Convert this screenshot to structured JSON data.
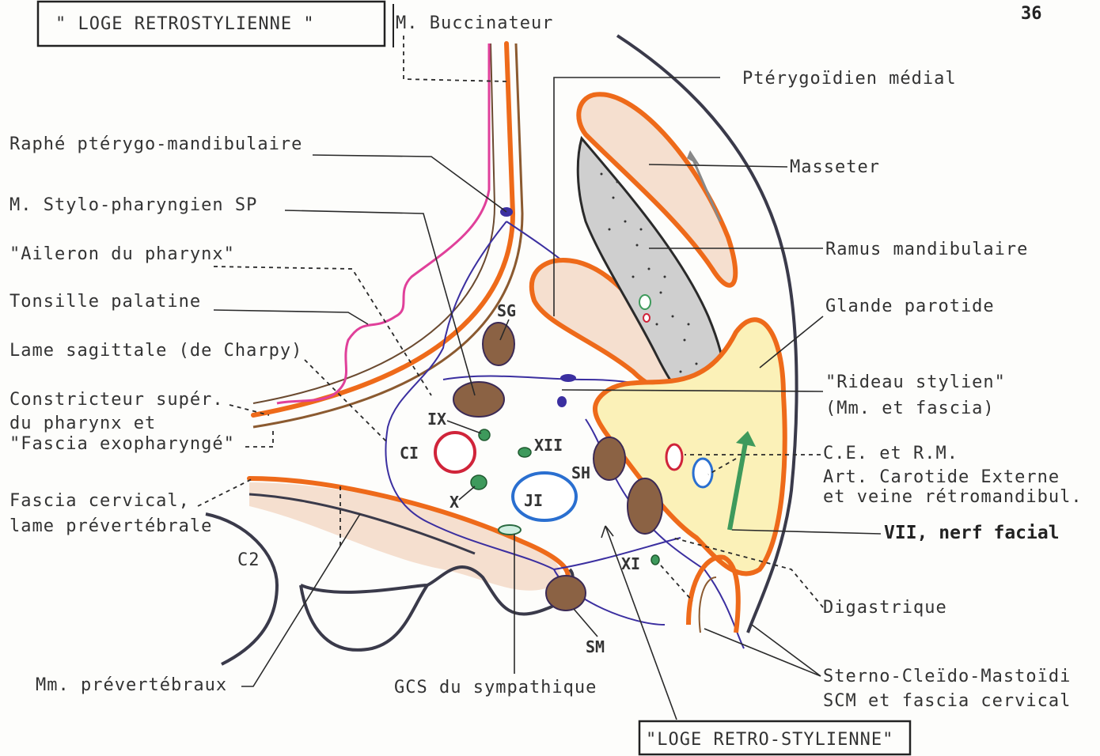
{
  "page_number": "36",
  "title_box": "\" LOGE RETROSTYLIENNE \"",
  "bottom_box": "\"LOGE RETRO-STYLIENNE\"",
  "labels": {
    "buccinateur": "M. Buccinateur",
    "pterygoidien": "Ptérygoïdien médial",
    "masseter": "Masseter",
    "raphe": "Raphé ptérygo-mandibulaire",
    "stylopharyngien": "M. Stylo-pharyngien  SP",
    "ramus": "Ramus mandibulaire",
    "aileron": "\"Aileron du pharynx\"",
    "tonsille": "Tonsille palatine",
    "parotide": "Glande parotide",
    "lame_sagittale": "Lame sagittale (de Charpy)",
    "rideau_1": "\"Rideau stylien\"",
    "rideau_2": "(Mm. et fascia)",
    "constricteur_1": "Constricteur supér.",
    "constricteur_2": "du pharynx et",
    "constricteur_3": "\"Fascia exopharyngé\"",
    "ce_rm": "C.E. et R.M.",
    "art_carotide": "Art. Carotide Externe",
    "veine": "et veine rétromandibul.",
    "fascia_cervical_1": "Fascia cervical,",
    "fascia_cervical_2": "lame prévertébrale",
    "vii": "VII, nerf facial",
    "digastrique": "Digastrique",
    "scm_1": "Sterno-Cleïdo-Mastoïdi",
    "scm_2": "SCM et fascia cervical",
    "prevertebraux": "Mm. prévertébraux",
    "gcs": "GCS du sympathique"
  },
  "structure_labels": {
    "sg": "SG",
    "ix": "IX",
    "ci": "CI",
    "xii": "XII",
    "sh": "SH",
    "x": "X",
    "ji": "JI",
    "c2": "C2",
    "xi": "XI",
    "sm": "SM"
  }
}
